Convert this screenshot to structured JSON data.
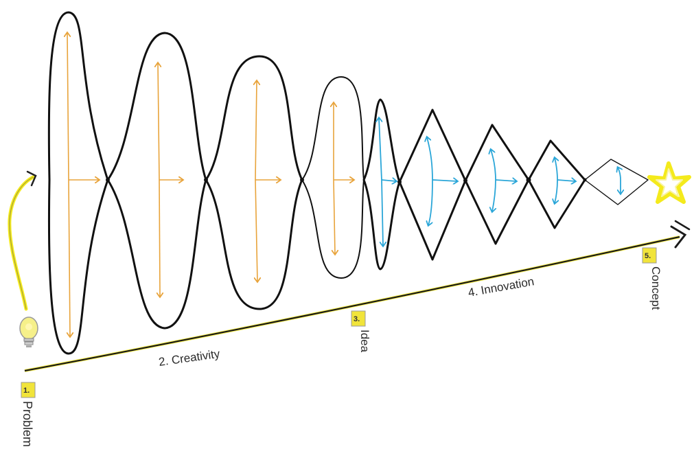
{
  "stages": [
    {
      "number": "1.",
      "label": "Problem"
    },
    {
      "label": "2. Creativity"
    },
    {
      "number": "3.",
      "label": "Idea"
    },
    {
      "label": "4. Innovation"
    },
    {
      "number": "5.",
      "label": "Concept"
    }
  ],
  "colors": {
    "outline": "#111111",
    "creativity_arrows": "#e8a33a",
    "innovation_arrows": "#2aa6d8",
    "highlight": "#f4ea1c",
    "badge": "#f1e43a"
  },
  "icons": [
    "lightbulb-icon",
    "star-icon",
    "arrow-icon"
  ]
}
